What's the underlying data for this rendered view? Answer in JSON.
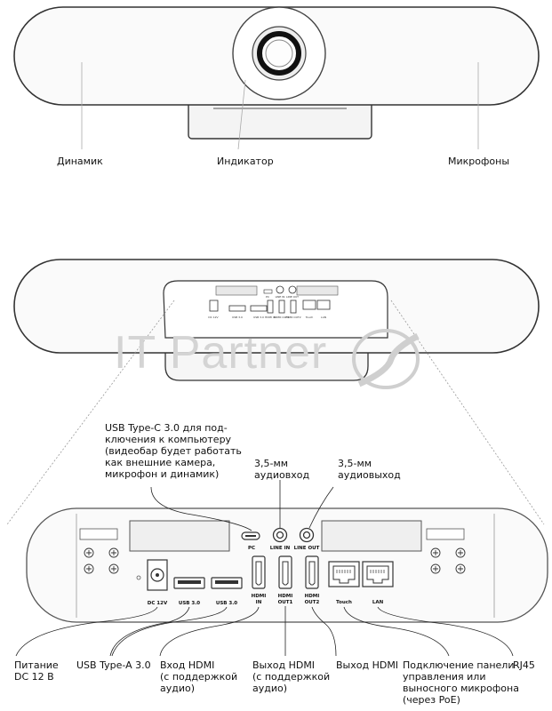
{
  "top_view": {
    "speaker": "Динамик",
    "indicator": "Индикатор",
    "microphones": "Микрофоны"
  },
  "watermark": "IT Partner",
  "small_panel": {
    "dc": "DC 12V",
    "usb_a_1": "USB 3.0",
    "usb_a_2": "USB 3.0",
    "hdmi_in": "HDMI IN",
    "hdmi_out1": "HDMI OUT1",
    "hdmi_out2": "HDMI OUT2",
    "pc": "PC",
    "line_in": "LINE IN",
    "line_out": "LINE OUT",
    "touch": "Touch",
    "lan": "LAN"
  },
  "panel": {
    "dc": "DC 12V",
    "usb_a_1": "USB 3.0",
    "usb_a_2": "USB 3.0",
    "hdmi_in_1": "HDMI",
    "hdmi_in_2": "IN",
    "hdmi_out1_1": "HDMI",
    "hdmi_out1_2": "OUT1",
    "hdmi_out2_1": "HDMI",
    "hdmi_out2_2": "OUT2",
    "pc": "PC",
    "line_in": "LINE IN",
    "line_out": "LINE OUT",
    "touch": "Touch",
    "lan": "LAN"
  },
  "callouts": {
    "usb_c": "USB Type-C 3.0 для под-\nключения к компьютеру\n(видеобар будет работать\nкак внешние камера,\nмикрофон и динамик)",
    "audio_in": "3,5-мм\nаудиовход",
    "audio_out": "3,5-мм\nаудиовыход",
    "power": "Питание\nDC 12 В",
    "usb_a": "USB Type-A 3.0",
    "hdmi_in": "Вход HDMI\n(с поддержкой\nаудио)",
    "hdmi_out1": "Выход HDMI\n(с поддержкой\nаудио)",
    "hdmi_out2": "Выход HDMI",
    "control": "Подключение панели\nуправления или\nвыносного микрофона\n(через PoE)",
    "rj45": "RJ45"
  }
}
